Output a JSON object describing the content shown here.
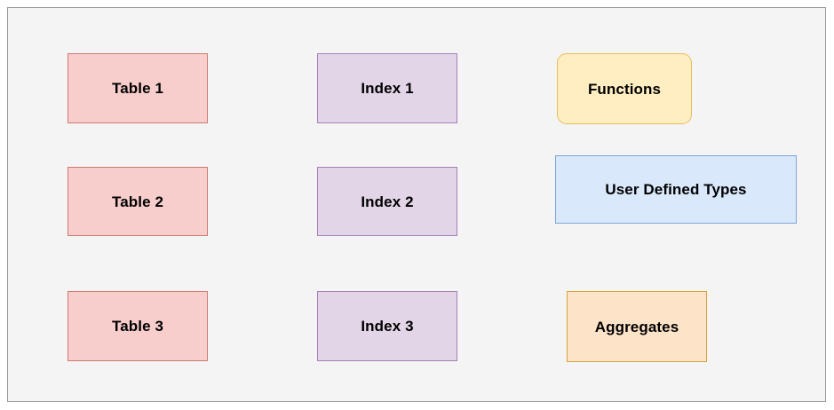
{
  "diagram": {
    "background_color": "#f4f4f4",
    "frame_border_color": "#9a9a9a",
    "nodes": [
      {
        "id": "table-1",
        "label": "Table 1",
        "fill": "#f8cecc",
        "stroke": "#cd7b72",
        "shape": "rectangle",
        "row": 1,
        "column": 1
      },
      {
        "id": "index-1",
        "label": "Index 1",
        "fill": "#e1d5e7",
        "stroke": "#a680b8",
        "shape": "rectangle",
        "row": 1,
        "column": 2
      },
      {
        "id": "functions",
        "label": "Functions",
        "fill": "#ffeec2",
        "stroke": "#e8bd5a",
        "shape": "rounded-rectangle",
        "row": 1,
        "column": 3
      },
      {
        "id": "table-2",
        "label": "Table 2",
        "fill": "#f8cecc",
        "stroke": "#cd7b72",
        "shape": "rectangle",
        "row": 2,
        "column": 1
      },
      {
        "id": "index-2",
        "label": "Index 2",
        "fill": "#e1d5e7",
        "stroke": "#a680b8",
        "shape": "rectangle",
        "row": 2,
        "column": 2
      },
      {
        "id": "user-defined-types",
        "label": "User Defined Types",
        "fill": "#dae8fc",
        "stroke": "#7ea6d9",
        "shape": "rectangle",
        "row": 2,
        "column": 3
      },
      {
        "id": "table-3",
        "label": "Table 3",
        "fill": "#f8cecc",
        "stroke": "#cd7b72",
        "shape": "rectangle",
        "row": 3,
        "column": 1
      },
      {
        "id": "index-3",
        "label": "Index 3",
        "fill": "#e1d5e7",
        "stroke": "#a680b8",
        "shape": "rectangle",
        "row": 3,
        "column": 2
      },
      {
        "id": "aggregates",
        "label": "Aggregates",
        "fill": "#fde4c9",
        "stroke": "#d6a339",
        "shape": "rectangle",
        "row": 3,
        "column": 3
      }
    ]
  }
}
